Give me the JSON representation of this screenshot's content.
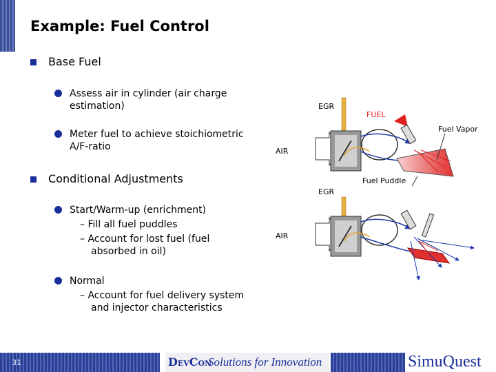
{
  "slide": {
    "title": "Example: Fuel Control",
    "sections": [
      {
        "label": "Base Fuel",
        "items": [
          {
            "lines": [
              "Assess air in cylinder (air charge",
              "estimation)"
            ]
          },
          {
            "lines": [
              "Meter fuel to achieve stoichiometric",
              "A/F-ratio"
            ]
          }
        ]
      },
      {
        "label": "Conditional Adjustments",
        "items": [
          {
            "lines": [
              "Start/Warm-up (enrichment)"
            ],
            "sub": [
              {
                "lines": [
                  "– Fill all fuel puddles"
                ]
              },
              {
                "lines": [
                  "– Account for lost fuel (fuel",
                  "absorbed in oil)"
                ]
              }
            ]
          },
          {
            "lines": [
              "Normal"
            ],
            "sub": [
              {
                "lines": [
                  "– Account for fuel delivery system",
                  "and injector characteristics"
                ]
              }
            ]
          }
        ]
      }
    ]
  },
  "diagram": {
    "top": {
      "egr": "EGR",
      "fuel": "FUEL",
      "fuel_vapor": "Fuel Vapor",
      "air": "AIR",
      "fuel_puddle": "Fuel Puddle"
    },
    "bottom": {
      "egr": "EGR",
      "air": "AIR"
    },
    "colors": {
      "egr": "#e8a030",
      "fuel": "#e02020",
      "air": "#1a3aaa"
    }
  },
  "footer": {
    "slide_number": "31",
    "logo_devcon": "DevCon",
    "tagline": "Solutions for Innovation",
    "logo_simuquest": "SimuQuest"
  }
}
